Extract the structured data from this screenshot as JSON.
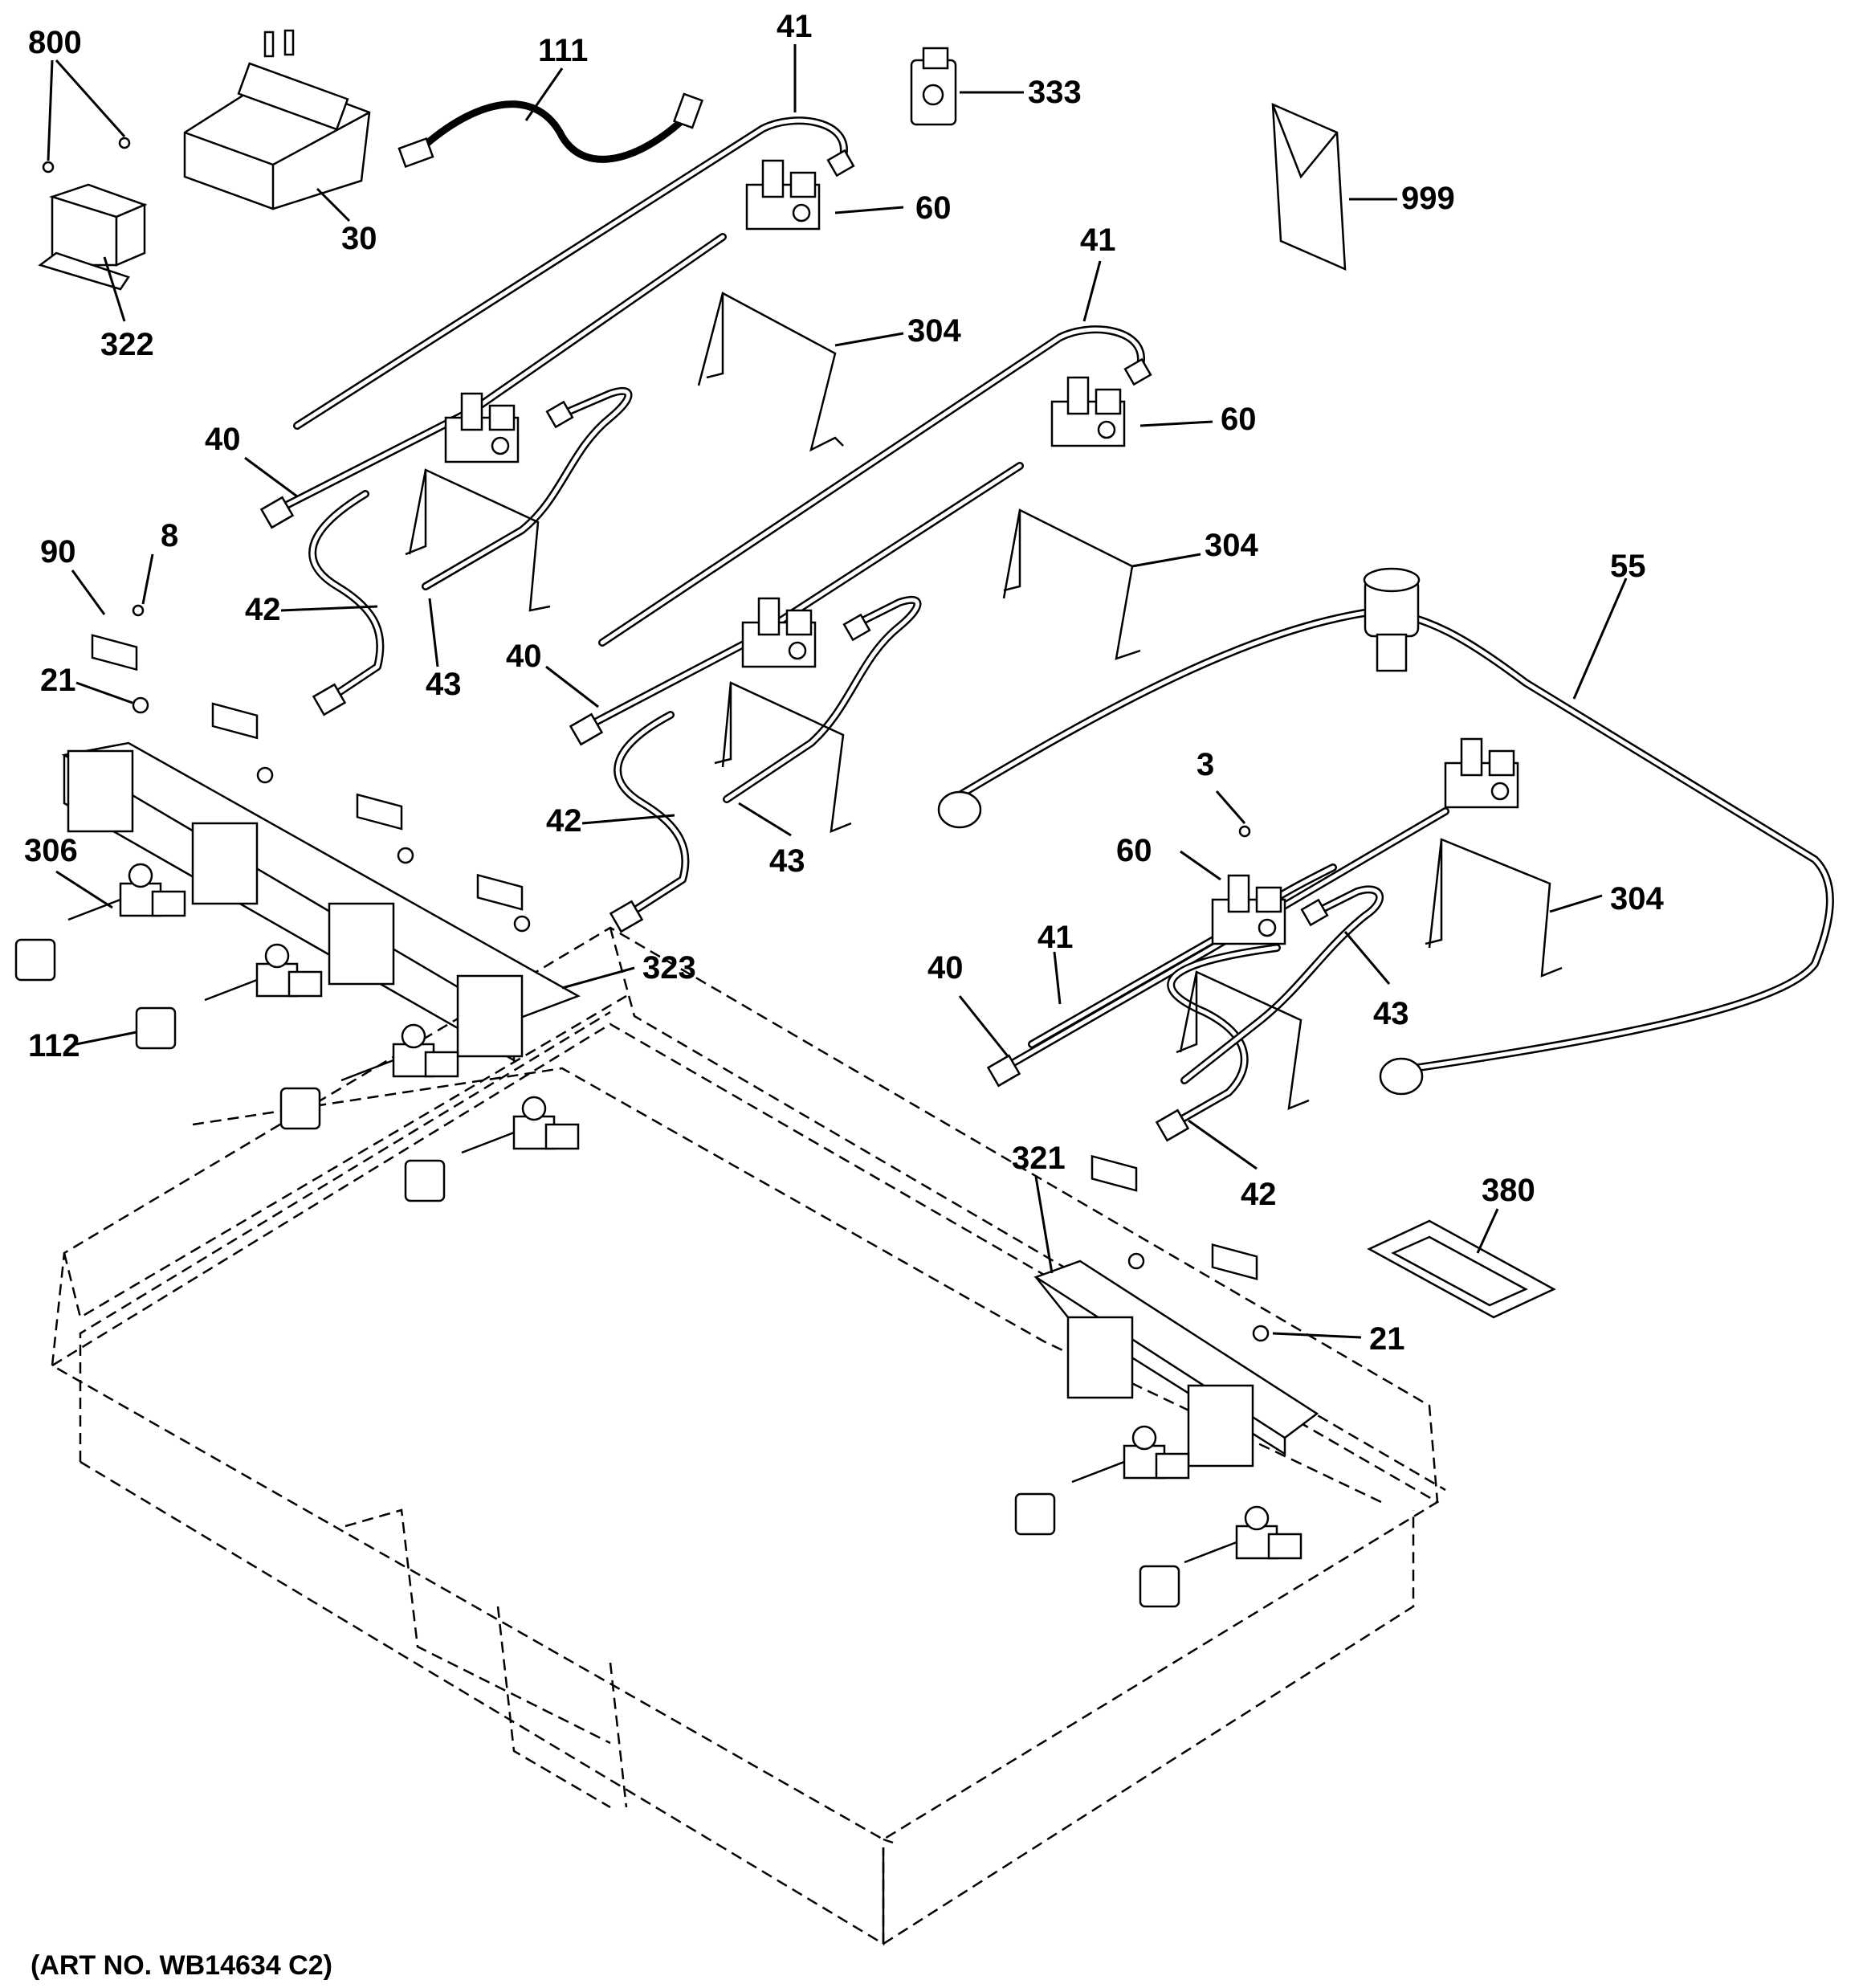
{
  "diagram": {
    "art_number": "(ART NO. WB14634 C2)",
    "callouts": {
      "c800": "800",
      "c111": "111",
      "c41a": "41",
      "c333": "333",
      "c30": "30",
      "c60a": "60",
      "c999": "999",
      "c322": "322",
      "c41b": "41",
      "c304a": "304",
      "c40a": "40",
      "c60b": "60",
      "c90": "90",
      "c8": "8",
      "c304b": "304",
      "c55": "55",
      "c42a": "42",
      "c43a": "43",
      "c40b": "40",
      "c21a": "21",
      "c3": "3",
      "c42b": "42",
      "c43b": "43",
      "c306": "306",
      "c60c": "60",
      "c304c": "304",
      "c41c": "41",
      "c40c": "40",
      "c323": "323",
      "c43c": "43",
      "c112": "112",
      "c42c": "42",
      "c321": "321",
      "c380": "380",
      "c21b": "21"
    }
  }
}
